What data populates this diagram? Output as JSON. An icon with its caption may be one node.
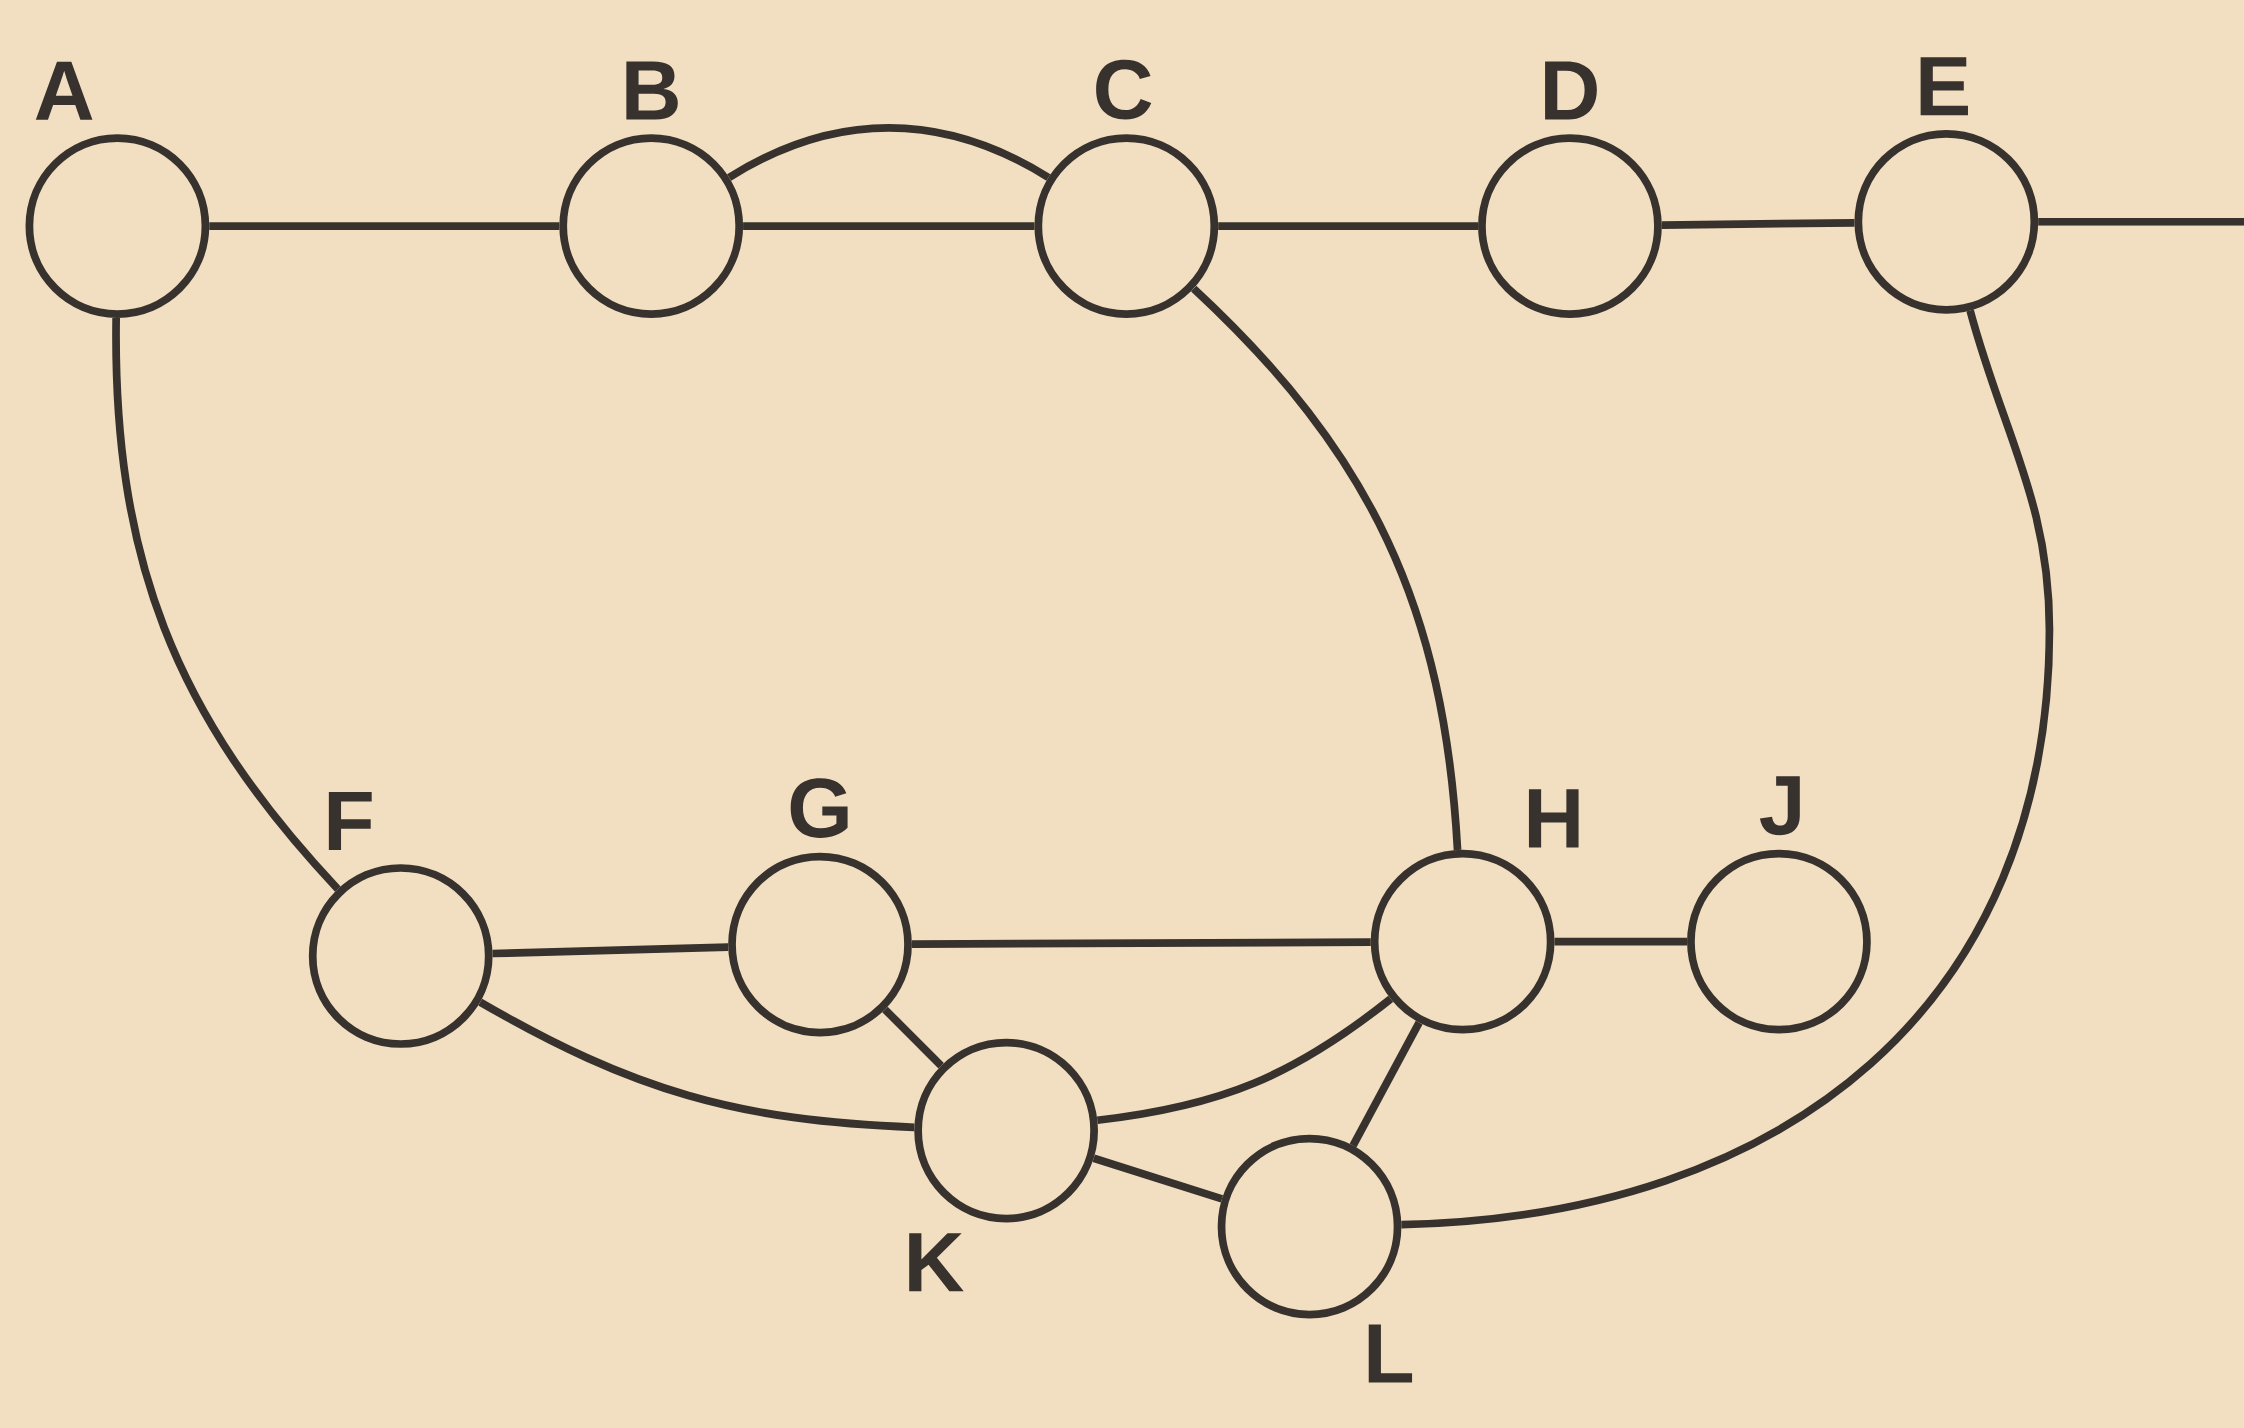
{
  "diagram": {
    "nodes": [
      {
        "text": [
          "A"
        ]
      },
      {
        "text": [
          "B"
        ]
      },
      {
        "text": [
          "C"
        ]
      },
      {
        "text": [
          "D"
        ]
      },
      {
        "text": [
          "E"
        ]
      },
      {
        "text": [
          "F"
        ]
      },
      {
        "text": [
          "G"
        ]
      },
      {
        "text": [
          "H"
        ]
      },
      {
        "text": [
          "J"
        ]
      },
      {
        "text": [
          "K"
        ]
      },
      {
        "text": [
          "L"
        ]
      }
    ],
    "edges": [
      {
        "from": 0,
        "to": 1,
        "arrow": "none"
      },
      {
        "from": 1,
        "to": 2,
        "arrow": "none"
      },
      {
        "from": 1,
        "to": 2,
        "arrow": "none"
      },
      {
        "from": 2,
        "to": 3,
        "arrow": "none"
      },
      {
        "from": 3,
        "to": 4,
        "arrow": "none"
      },
      {
        "from": 4,
        "to": null,
        "arrow": "none"
      },
      {
        "from": 0,
        "to": 5,
        "arrow": "none"
      },
      {
        "from": 2,
        "to": 7,
        "arrow": "none"
      },
      {
        "from": 4,
        "to": 10,
        "arrow": "none"
      },
      {
        "from": 5,
        "to": 6,
        "arrow": "none"
      },
      {
        "from": 6,
        "to": 7,
        "arrow": "none"
      },
      {
        "from": 7,
        "to": 8,
        "arrow": "none"
      },
      {
        "from": 5,
        "to": 9,
        "arrow": "none"
      },
      {
        "from": 6,
        "to": 9,
        "arrow": "none"
      },
      {
        "from": 9,
        "to": 7,
        "arrow": "none"
      },
      {
        "from": 9,
        "to": 10,
        "arrow": "none"
      },
      {
        "from": 7,
        "to": 10,
        "arrow": "none"
      }
    ]
  }
}
